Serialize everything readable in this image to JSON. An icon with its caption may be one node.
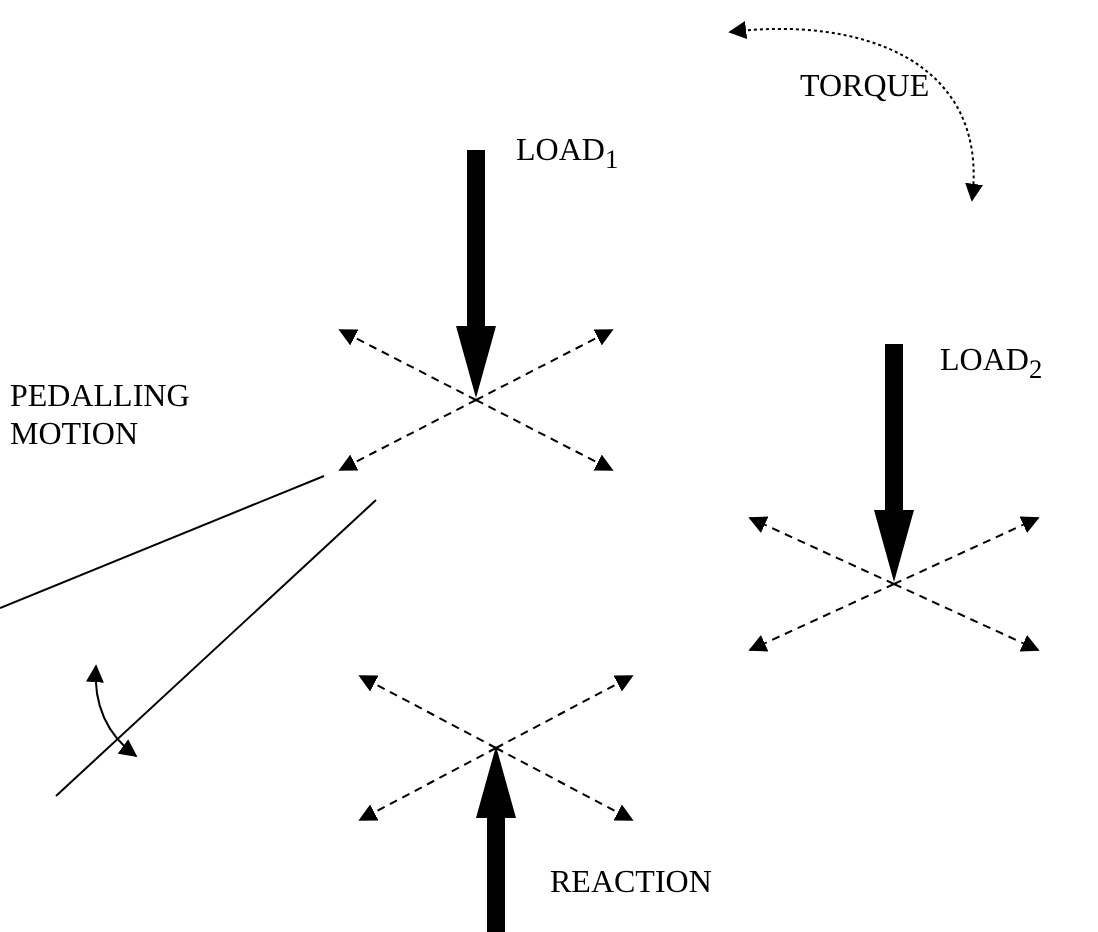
{
  "diagram": {
    "labels": [
      "TORQUE",
      "LOAD$_{1}$",
      "LOAD$_{2}$",
      "PEDALLING MOTION",
      "REACTION"
    ]
  }
}
